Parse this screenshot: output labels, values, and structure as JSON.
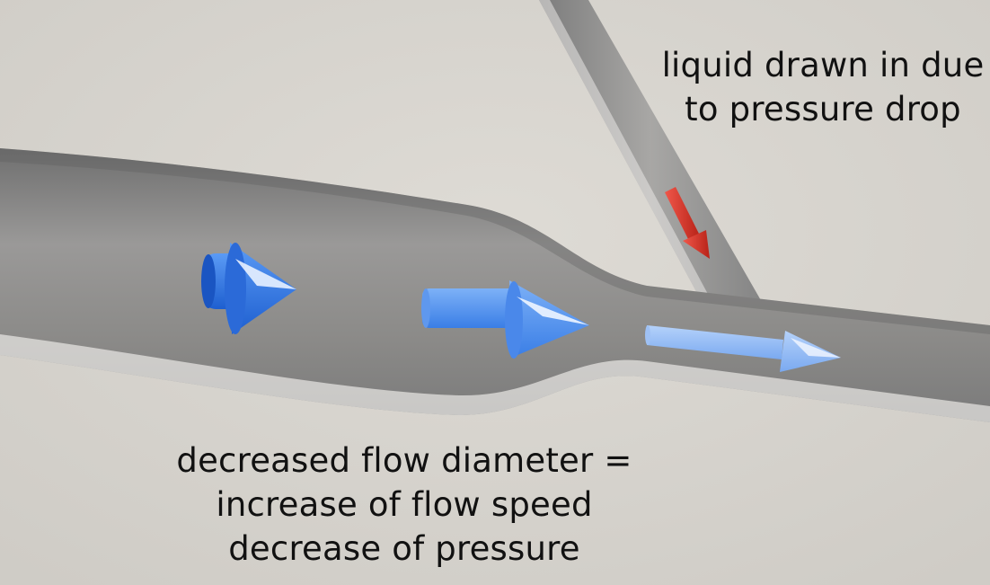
{
  "labels": {
    "branch_note": [
      "liquid drawn in due",
      "to pressure drop"
    ],
    "main_note": [
      "decreased flow diameter =",
      "increase of flow speed",
      "decrease of pressure"
    ]
  },
  "colors": {
    "background": "#d6d3cd",
    "pipe": "#8a8a8a",
    "flow_arrows": [
      "#2f6fe0",
      "#4d8ef0",
      "#8fb8f5"
    ],
    "suction_arrow": "#e03a2a",
    "text": "#111111"
  }
}
